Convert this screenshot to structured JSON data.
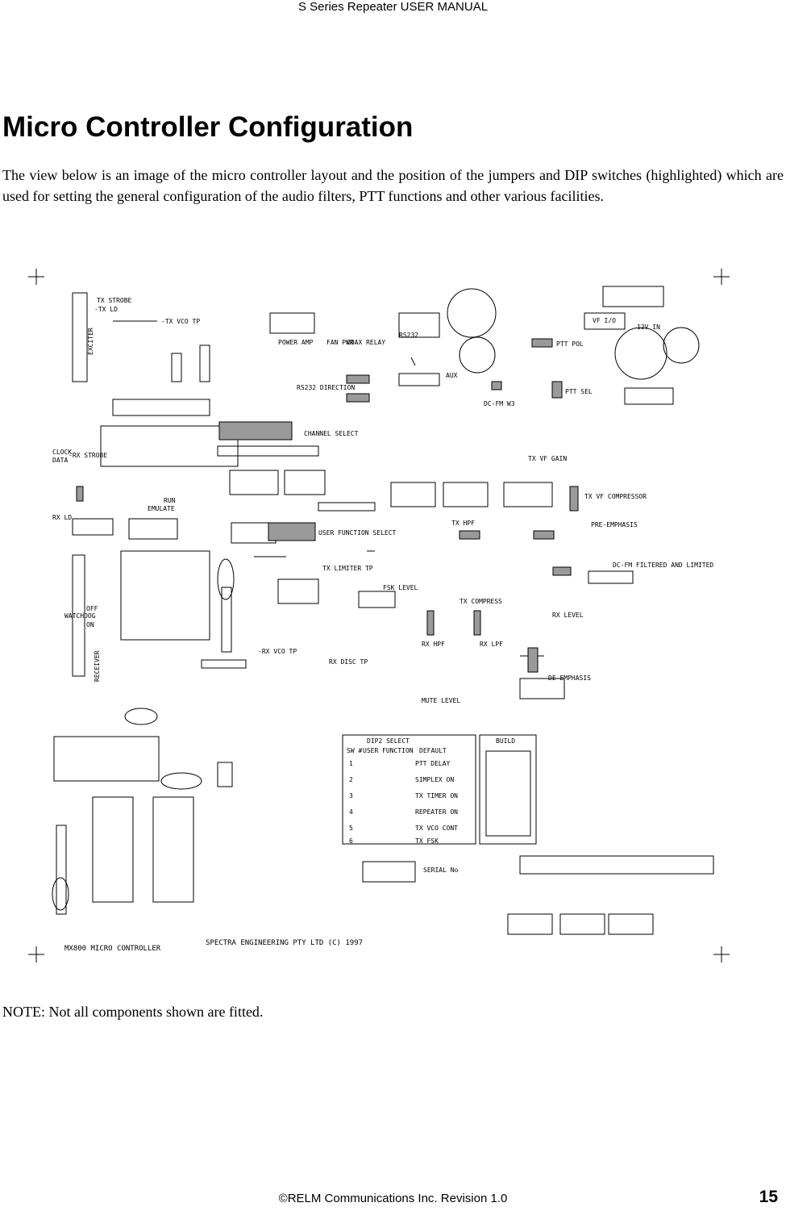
{
  "header": {
    "title": "S Series Repeater USER MANUAL"
  },
  "section": {
    "title": "Micro Controller Configuration",
    "intro": "The view below is an image of the micro controller layout and the position of the jumpers and DIP switches (highlighted) which are used for setting the general configuration of the audio filters, PTT functions and other various facilities."
  },
  "board": {
    "labels": {
      "tx_strobe": "TX STROBE",
      "tx_ld": "-TX LD",
      "tx_vco_tp": "-TX VCO TP",
      "exciter": "EXCITER",
      "power_amp": "POWER AMP",
      "fan_pwr": "FAN PWR",
      "coax_relay": "COAX RELAY",
      "rs232": "RS232",
      "aux": "AUX",
      "vf_io": "VF I/O",
      "ptt_pol": "PTT POL",
      "ptt_sel": "PTT SEL",
      "v12_in": "12V IN",
      "rs232_direction": "RS232 DIRECTION",
      "dc_fm_w3": "DC-FM W3",
      "dip1_channel_select": "CHANNEL SELECT",
      "tx_vf_gain": "TX VF GAIN",
      "tx_vf_compressor": "TX VF COMPRESSOR",
      "pre_emphasis": "PRE-EMPHASIS",
      "dc_fm_filtered": "DC-FM FILTERED AND LIMITED",
      "run": "RUN",
      "emulate": "EMULATE",
      "user_function_select": "USER FUNCTION SELECT",
      "tx_limiter_tp": "TX LIMITER TP",
      "fsk_level": "FSK LEVEL",
      "tx_hpf": "TX HPF",
      "tx_compress": "TX COMPRESS",
      "rx_level": "RX LEVEL",
      "watchdog": "WATCHDOG",
      "off": "OFF",
      "on": "ON",
      "receiver": "RECEIVER",
      "rx_vco_tp": "-RX VCO TP",
      "rx_disc_tp": "RX DISC TP",
      "rx_hpf": "RX HPF",
      "rx_lpf": "RX LPF",
      "mute_level": "MUTE LEVEL",
      "de_emphasis": "DE-EMPHASIS",
      "clock": "CLOCK",
      "data": "DATA",
      "rx_strobe": "-RX STROBE",
      "rx_ld": "RX LD",
      "serial_no": "SERIAL No",
      "mx800": "MX800 MICRO CONTROLLER",
      "maker": "SPECTRA ENGINEERING PTY LTD (C) 1997",
      "build": "BUILD"
    },
    "dip2_table": {
      "title": "DIP2 SELECT",
      "headers": [
        "SW #",
        "USER FUNCTION",
        "DEFAULT"
      ],
      "rows": [
        [
          "1",
          "PTT DELAY"
        ],
        [
          "2",
          "SIMPLEX ON"
        ],
        [
          "3",
          "TX TIMER ON"
        ],
        [
          "4",
          "REPEATER ON"
        ],
        [
          "5",
          "TX VCO CONT"
        ],
        [
          "6",
          "TX FSK"
        ]
      ]
    }
  },
  "note": "NOTE:  Not all components shown are fitted.",
  "footer": {
    "text": "©RELM Communications Inc.  Revision 1.0",
    "page": "15"
  }
}
